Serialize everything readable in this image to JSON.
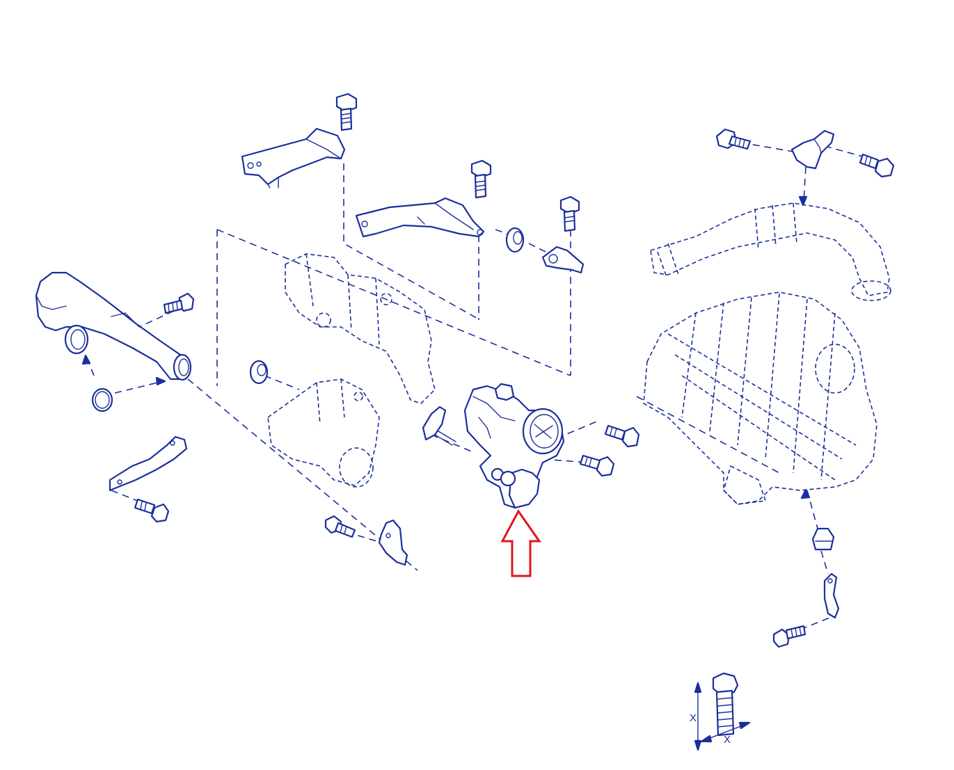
{
  "colors": {
    "line_ink": "#1a2f9c",
    "highlight_arrow": "#e0141e",
    "background": "#ffffff"
  },
  "callout": {
    "shape": "hollow-up-arrow",
    "points_to": "throttle body"
  },
  "dimension_detail": {
    "label_vertical": "X",
    "label_horizontal": "X"
  }
}
